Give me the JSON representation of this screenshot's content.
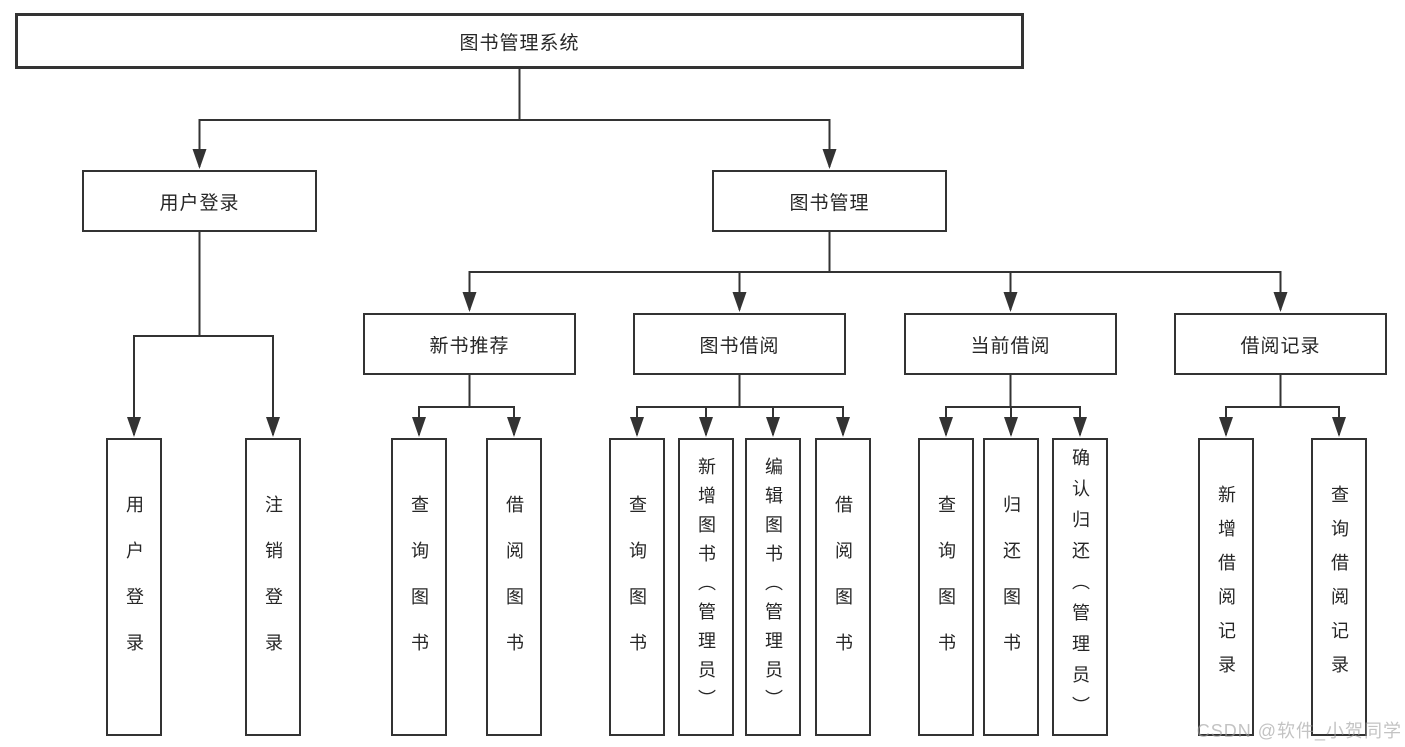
{
  "tree": {
    "label": "图书管理系统",
    "children": [
      {
        "label": "用户登录",
        "children": [
          {
            "label": "用户登录"
          },
          {
            "label": "注销登录"
          }
        ]
      },
      {
        "label": "图书管理",
        "children": [
          {
            "label": "新书推荐",
            "children": [
              {
                "label": "查询图书"
              },
              {
                "label": "借阅图书"
              }
            ]
          },
          {
            "label": "图书借阅",
            "children": [
              {
                "label": "查询图书"
              },
              {
                "label": "新增图书（管理员）"
              },
              {
                "label": "编辑图书（管理员）"
              },
              {
                "label": "借阅图书"
              }
            ]
          },
          {
            "label": "当前借阅",
            "children": [
              {
                "label": "查询图书"
              },
              {
                "label": "归还图书"
              },
              {
                "label": "确认归还（管理员）"
              }
            ]
          },
          {
            "label": "借阅记录",
            "children": [
              {
                "label": "新增借阅记录"
              },
              {
                "label": "查询借阅记录"
              }
            ]
          }
        ]
      }
    ]
  },
  "watermark": {
    "text": "CSDN @软件_小贺同学"
  },
  "colors": {
    "line": "#333333",
    "box_border": "#333333",
    "text": "#262626",
    "background": "#ffffff",
    "watermark": "#b0b0b0"
  }
}
